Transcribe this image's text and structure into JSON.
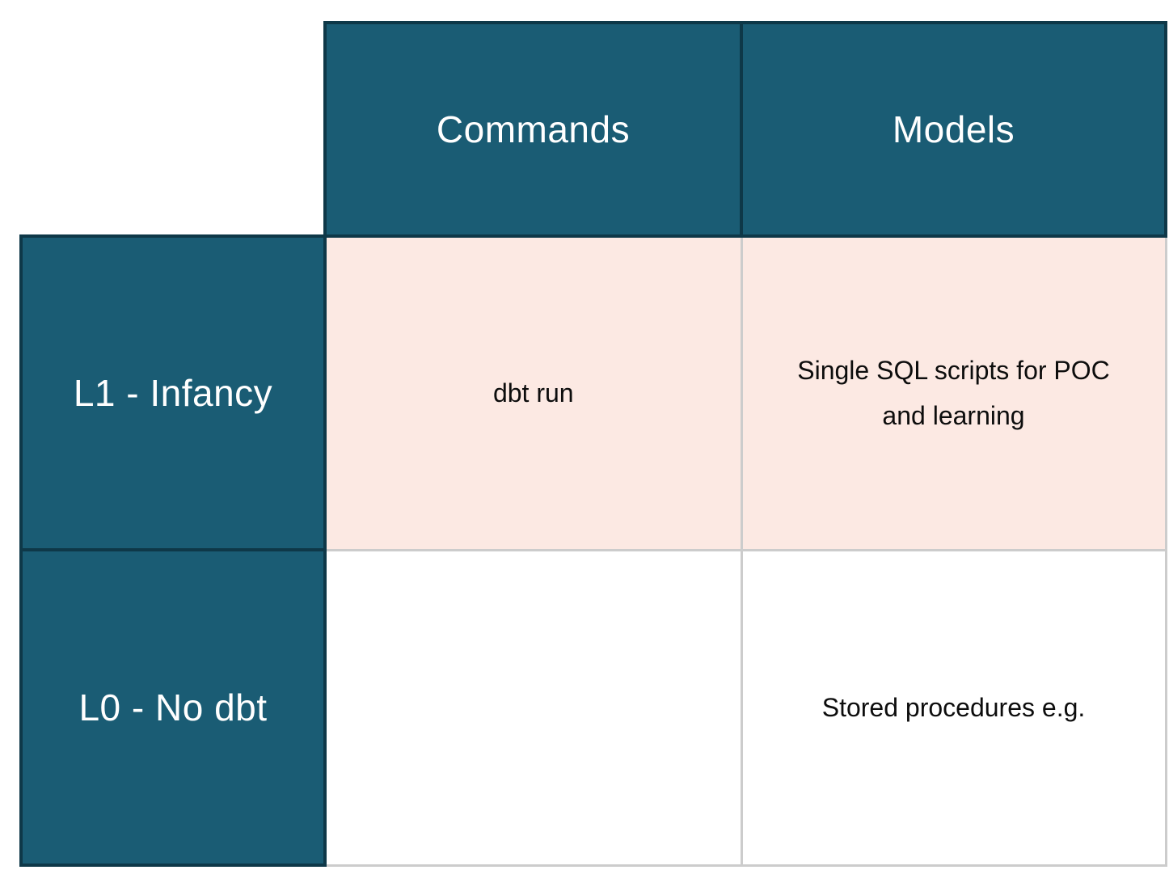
{
  "chart_data": {
    "type": "table",
    "title": "",
    "column_headers": [
      "Commands",
      "Models"
    ],
    "row_headers": [
      "L1 - Infancy",
      "L0 - No dbt"
    ],
    "cells": [
      [
        "dbt run",
        "Single SQL scripts for POC and learning"
      ],
      [
        "",
        "Stored procedures e.g."
      ]
    ],
    "highlighted_row_index": 0,
    "layout": {
      "corner_cell": "empty",
      "grid_on": true
    }
  },
  "colors": {
    "header_fill": "#1a5c74",
    "header_border": "#0e3848",
    "header_text": "#ffffff",
    "highlight_fill": "#fce9e3",
    "grid_line": "#cccccc",
    "cell_text": "#0d0d0d",
    "background": "#ffffff"
  }
}
